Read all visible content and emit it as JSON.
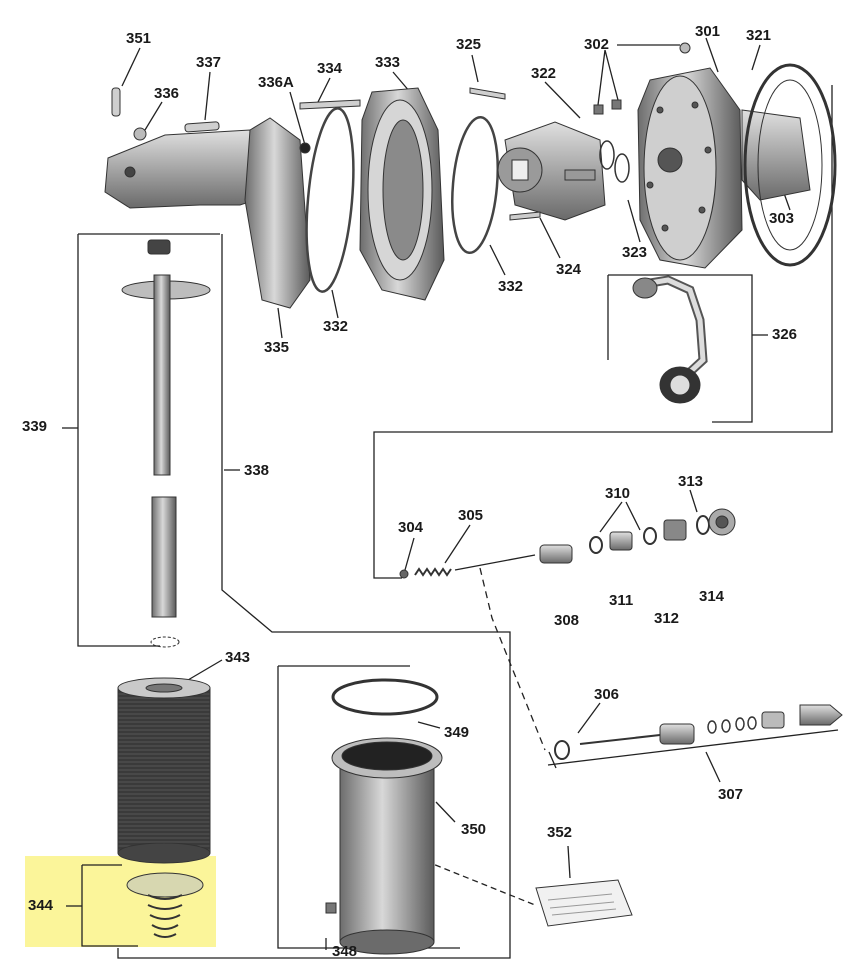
{
  "highlight_color": "#fbf59a",
  "labels": {
    "p351": "351",
    "p337": "337",
    "p336": "336",
    "p336a": "336A",
    "p334": "334",
    "p333": "333",
    "p325": "325",
    "p322": "322",
    "p302": "302",
    "p301": "301",
    "p321": "321",
    "p303": "303",
    "p323": "323",
    "p324": "324",
    "p332a": "332",
    "p332b": "332",
    "p335": "335",
    "p326": "326",
    "p339": "339",
    "p338": "338",
    "p304": "304",
    "p305": "305",
    "p310": "310",
    "p313": "313",
    "p308": "308",
    "p311": "311",
    "p312": "312",
    "p314": "314",
    "p343": "343",
    "p306": "306",
    "p349": "349",
    "p307": "307",
    "p350": "350",
    "p352": "352",
    "p344": "344",
    "p348": "348"
  }
}
